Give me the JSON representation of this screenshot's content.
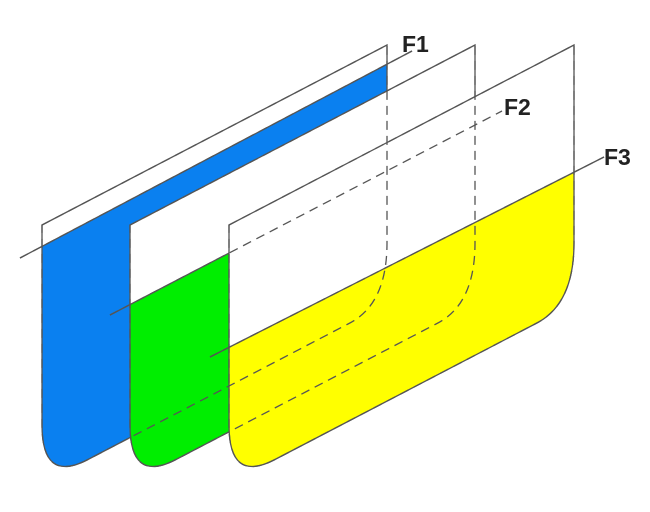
{
  "diagram": {
    "labels": [
      "F1",
      "F2",
      "F3"
    ],
    "panels": [
      {
        "name": "panel-1",
        "fill": "#0a80f0",
        "cut": "F1"
      },
      {
        "name": "panel-2",
        "fill": "#00ee00",
        "cut": "F2"
      },
      {
        "name": "panel-3",
        "fill": "#ffff00",
        "cut": "F3"
      }
    ],
    "outline_color": "#555555"
  }
}
